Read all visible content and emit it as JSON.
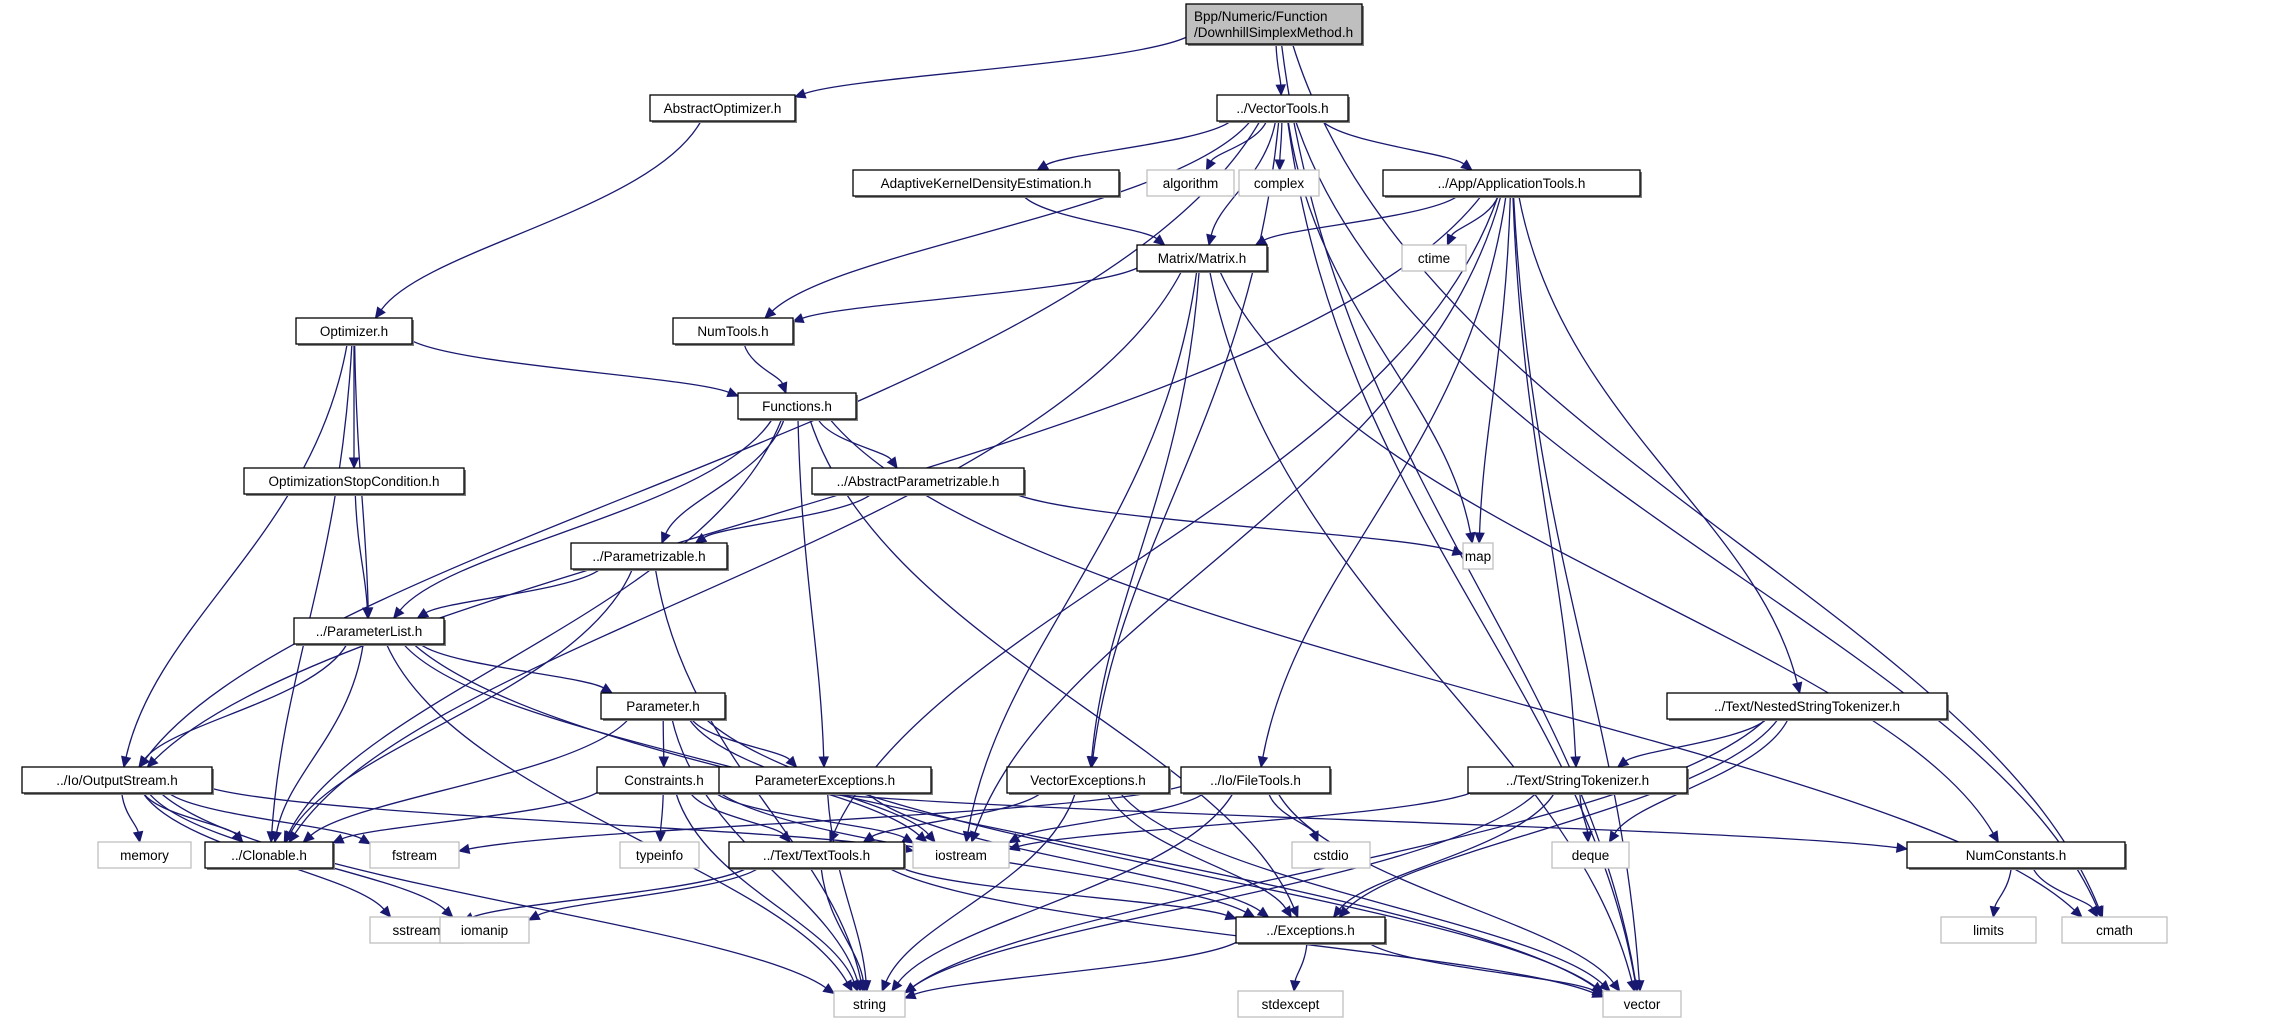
{
  "title": "Bpp/Numeric/Function/DownhillSimplexMethod.h include dependency graph",
  "colors": {
    "edge": "#191970",
    "project_border": "#000000",
    "system_border": "#bfbfbf",
    "root_fill": "#bfbfbf"
  },
  "nodes": [
    {
      "id": "root",
      "label": [
        "Bpp/Numeric/Function",
        "/DownhillSimplexMethod.h"
      ],
      "kind": "root"
    },
    {
      "id": "abstractoptimizer",
      "label": [
        "AbstractOptimizer.h"
      ],
      "kind": "project"
    },
    {
      "id": "vectortools",
      "label": [
        "../VectorTools.h"
      ],
      "kind": "project"
    },
    {
      "id": "optimizer",
      "label": [
        "Optimizer.h"
      ],
      "kind": "project"
    },
    {
      "id": "adaptivekde",
      "label": [
        "AdaptiveKernelDensityEstimation.h"
      ],
      "kind": "project"
    },
    {
      "id": "algorithm",
      "label": [
        "algorithm"
      ],
      "kind": "system"
    },
    {
      "id": "complex",
      "label": [
        "complex"
      ],
      "kind": "system"
    },
    {
      "id": "applicationtools",
      "label": [
        "../App/ApplicationTools.h"
      ],
      "kind": "project"
    },
    {
      "id": "matrix",
      "label": [
        "Matrix/Matrix.h"
      ],
      "kind": "project"
    },
    {
      "id": "ctime",
      "label": [
        "ctime"
      ],
      "kind": "system"
    },
    {
      "id": "numtools",
      "label": [
        "NumTools.h"
      ],
      "kind": "project"
    },
    {
      "id": "functions",
      "label": [
        "Functions.h"
      ],
      "kind": "project"
    },
    {
      "id": "optstopcond",
      "label": [
        "OptimizationStopCondition.h"
      ],
      "kind": "project"
    },
    {
      "id": "abstractparametrizable",
      "label": [
        "../AbstractParametrizable.h"
      ],
      "kind": "project"
    },
    {
      "id": "map",
      "label": [
        "map"
      ],
      "kind": "system"
    },
    {
      "id": "parametrizable",
      "label": [
        "../Parametrizable.h"
      ],
      "kind": "project"
    },
    {
      "id": "parameterlist",
      "label": [
        "../ParameterList.h"
      ],
      "kind": "project"
    },
    {
      "id": "parameter",
      "label": [
        "Parameter.h"
      ],
      "kind": "project"
    },
    {
      "id": "nestedstringtokenizer",
      "label": [
        "../Text/NestedStringTokenizer.h"
      ],
      "kind": "project"
    },
    {
      "id": "outputstream",
      "label": [
        "../Io/OutputStream.h"
      ],
      "kind": "project"
    },
    {
      "id": "constraints",
      "label": [
        "Constraints.h"
      ],
      "kind": "project"
    },
    {
      "id": "parameterexceptions",
      "label": [
        "ParameterExceptions.h"
      ],
      "kind": "project"
    },
    {
      "id": "vectorexceptions",
      "label": [
        "VectorExceptions.h"
      ],
      "kind": "project"
    },
    {
      "id": "filetools",
      "label": [
        "../Io/FileTools.h"
      ],
      "kind": "project"
    },
    {
      "id": "stringtokenizer",
      "label": [
        "../Text/StringTokenizer.h"
      ],
      "kind": "project"
    },
    {
      "id": "memory",
      "label": [
        "memory"
      ],
      "kind": "system"
    },
    {
      "id": "clonable",
      "label": [
        "../Clonable.h"
      ],
      "kind": "project"
    },
    {
      "id": "fstream",
      "label": [
        "fstream"
      ],
      "kind": "system"
    },
    {
      "id": "typeinfo",
      "label": [
        "typeinfo"
      ],
      "kind": "system"
    },
    {
      "id": "texttools",
      "label": [
        "../Text/TextTools.h"
      ],
      "kind": "project"
    },
    {
      "id": "iostream",
      "label": [
        "iostream"
      ],
      "kind": "system"
    },
    {
      "id": "cstdio",
      "label": [
        "cstdio"
      ],
      "kind": "system"
    },
    {
      "id": "deque",
      "label": [
        "deque"
      ],
      "kind": "system"
    },
    {
      "id": "numconstants",
      "label": [
        "NumConstants.h"
      ],
      "kind": "project"
    },
    {
      "id": "sstream",
      "label": [
        "sstream"
      ],
      "kind": "system"
    },
    {
      "id": "iomanip",
      "label": [
        "iomanip"
      ],
      "kind": "system"
    },
    {
      "id": "exceptions",
      "label": [
        "../Exceptions.h"
      ],
      "kind": "project"
    },
    {
      "id": "limits",
      "label": [
        "limits"
      ],
      "kind": "system"
    },
    {
      "id": "cmath",
      "label": [
        "cmath"
      ],
      "kind": "system"
    },
    {
      "id": "string",
      "label": [
        "string"
      ],
      "kind": "system"
    },
    {
      "id": "stdexcept",
      "label": [
        "stdexcept"
      ],
      "kind": "system"
    },
    {
      "id": "vector",
      "label": [
        "vector"
      ],
      "kind": "system"
    }
  ],
  "edges": [
    [
      "root",
      "abstractoptimizer"
    ],
    [
      "root",
      "vectortools"
    ],
    [
      "root",
      "vector"
    ],
    [
      "root",
      "cmath"
    ],
    [
      "abstractoptimizer",
      "optimizer"
    ],
    [
      "vectortools",
      "adaptivekde"
    ],
    [
      "vectortools",
      "algorithm"
    ],
    [
      "vectortools",
      "complex"
    ],
    [
      "vectortools",
      "applicationtools"
    ],
    [
      "vectortools",
      "matrix"
    ],
    [
      "vectortools",
      "numtools"
    ],
    [
      "vectortools",
      "outputstream"
    ],
    [
      "vectortools",
      "vectorexceptions"
    ],
    [
      "vectortools",
      "map"
    ],
    [
      "vectortools",
      "cmath"
    ],
    [
      "vectortools",
      "vector"
    ],
    [
      "adaptivekde",
      "matrix"
    ],
    [
      "applicationtools",
      "matrix"
    ],
    [
      "applicationtools",
      "ctime"
    ],
    [
      "applicationtools",
      "outputstream"
    ],
    [
      "applicationtools",
      "texttools"
    ],
    [
      "applicationtools",
      "iostream"
    ],
    [
      "applicationtools",
      "filetools"
    ],
    [
      "applicationtools",
      "map"
    ],
    [
      "applicationtools",
      "stringtokenizer"
    ],
    [
      "applicationtools",
      "nestedstringtokenizer"
    ],
    [
      "applicationtools",
      "vector"
    ],
    [
      "matrix",
      "numtools"
    ],
    [
      "matrix",
      "clonable"
    ],
    [
      "matrix",
      "iostream"
    ],
    [
      "matrix",
      "vectorexceptions"
    ],
    [
      "matrix",
      "numconstants"
    ],
    [
      "matrix",
      "vector"
    ],
    [
      "optimizer",
      "functions"
    ],
    [
      "optimizer",
      "optstopcond"
    ],
    [
      "optimizer",
      "parameterlist"
    ],
    [
      "optimizer",
      "outputstream"
    ],
    [
      "optimizer",
      "clonable"
    ],
    [
      "numtools",
      "functions"
    ],
    [
      "functions",
      "abstractparametrizable"
    ],
    [
      "functions",
      "parametrizable"
    ],
    [
      "functions",
      "parameterlist"
    ],
    [
      "functions",
      "clonable"
    ],
    [
      "functions",
      "parameterexceptions"
    ],
    [
      "functions",
      "exceptions"
    ],
    [
      "functions",
      "cmath"
    ],
    [
      "optstopcond",
      "parameterlist"
    ],
    [
      "abstractparametrizable",
      "parametrizable"
    ],
    [
      "abstractparametrizable",
      "map"
    ],
    [
      "parametrizable",
      "parameterlist"
    ],
    [
      "parametrizable",
      "clonable"
    ],
    [
      "parametrizable",
      "string"
    ],
    [
      "parameterlist",
      "parameter"
    ],
    [
      "parameterlist",
      "outputstream"
    ],
    [
      "parameterlist",
      "clonable"
    ],
    [
      "parameterlist",
      "iostream"
    ],
    [
      "parameterlist",
      "string"
    ],
    [
      "parameterlist",
      "vector"
    ],
    [
      "parameter",
      "constraints"
    ],
    [
      "parameter",
      "parameterexceptions"
    ],
    [
      "parameter",
      "clonable"
    ],
    [
      "parameter",
      "iostream"
    ],
    [
      "parameter",
      "string"
    ],
    [
      "parameter",
      "vector"
    ],
    [
      "nestedstringtokenizer",
      "stringtokenizer"
    ],
    [
      "nestedstringtokenizer",
      "deque"
    ],
    [
      "nestedstringtokenizer",
      "exceptions"
    ],
    [
      "nestedstringtokenizer",
      "string"
    ],
    [
      "outputstream",
      "memory"
    ],
    [
      "outputstream",
      "clonable"
    ],
    [
      "outputstream",
      "fstream"
    ],
    [
      "outputstream",
      "iostream"
    ],
    [
      "outputstream",
      "sstream"
    ],
    [
      "outputstream",
      "iomanip"
    ],
    [
      "outputstream",
      "string"
    ],
    [
      "constraints",
      "clonable"
    ],
    [
      "constraints",
      "typeinfo"
    ],
    [
      "constraints",
      "texttools"
    ],
    [
      "constraints",
      "iostream"
    ],
    [
      "constraints",
      "exceptions"
    ],
    [
      "constraints",
      "numconstants"
    ],
    [
      "constraints",
      "string"
    ],
    [
      "parameterexceptions",
      "exceptions"
    ],
    [
      "parameterexceptions",
      "string"
    ],
    [
      "vectorexceptions",
      "texttools"
    ],
    [
      "vectorexceptions",
      "exceptions"
    ],
    [
      "vectorexceptions",
      "string"
    ],
    [
      "vectorexceptions",
      "vector"
    ],
    [
      "filetools",
      "fstream"
    ],
    [
      "filetools",
      "iostream"
    ],
    [
      "filetools",
      "cstdio"
    ],
    [
      "filetools",
      "string"
    ],
    [
      "filetools",
      "vector"
    ],
    [
      "stringtokenizer",
      "deque"
    ],
    [
      "stringtokenizer",
      "exceptions"
    ],
    [
      "stringtokenizer",
      "iostream"
    ],
    [
      "stringtokenizer",
      "string"
    ],
    [
      "texttools",
      "sstream"
    ],
    [
      "texttools",
      "iomanip"
    ],
    [
      "texttools",
      "exceptions"
    ],
    [
      "texttools",
      "string"
    ],
    [
      "texttools",
      "vector"
    ],
    [
      "numconstants",
      "limits"
    ],
    [
      "numconstants",
      "cmath"
    ],
    [
      "exceptions",
      "stdexcept"
    ],
    [
      "exceptions",
      "string"
    ],
    [
      "exceptions",
      "vector"
    ]
  ]
}
